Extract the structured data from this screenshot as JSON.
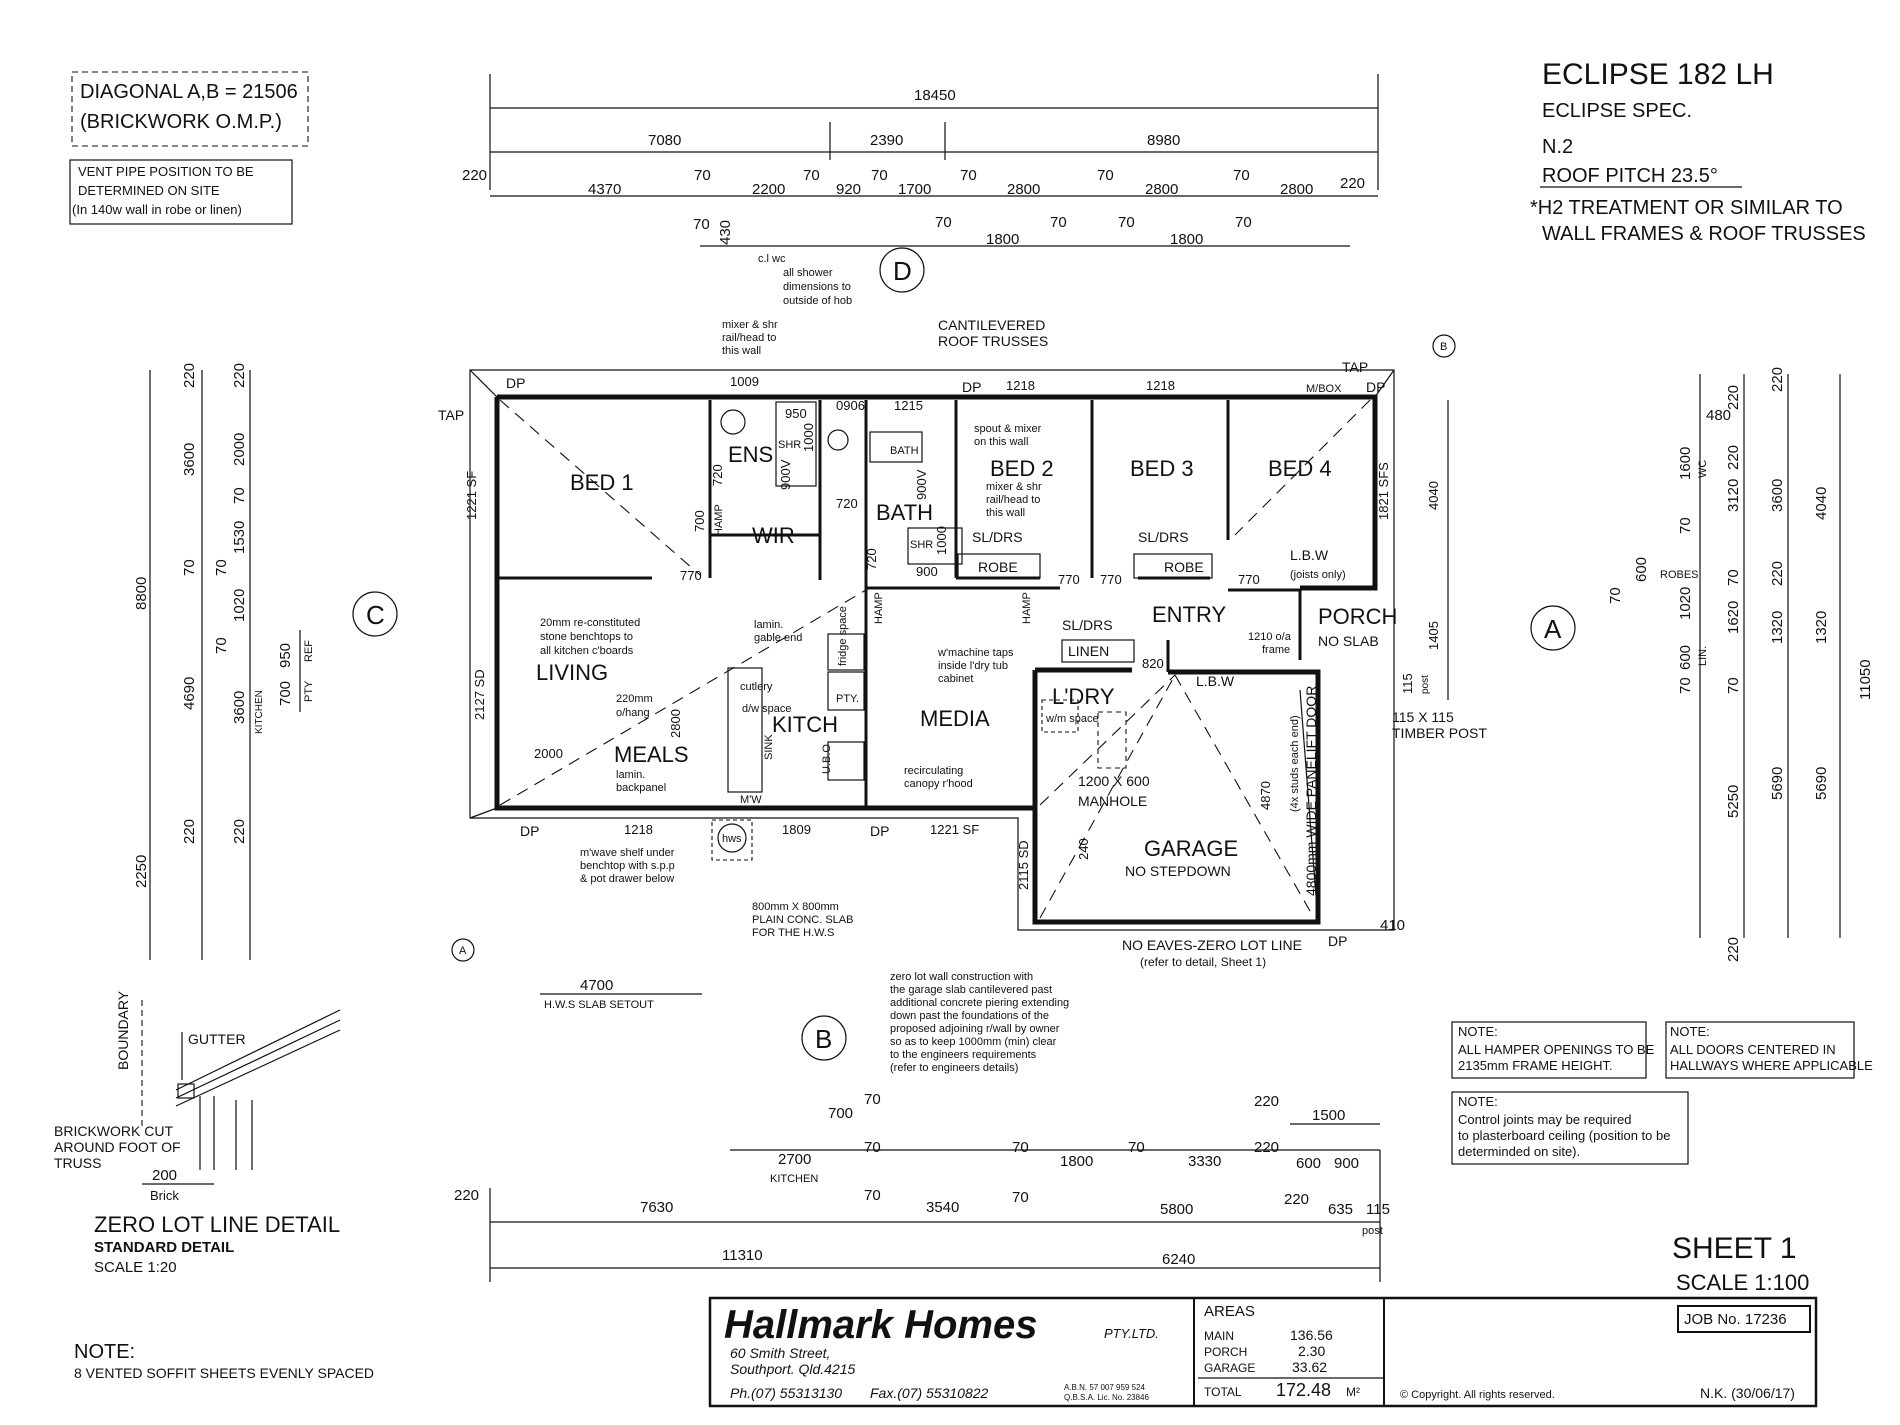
{
  "header": {
    "model": "ECLIPSE 182 LH",
    "spec": "ECLIPSE SPEC.",
    "wind": "N.2",
    "roof_pitch": "ROOF PITCH 23.5°",
    "treatment_1": "*H2 TREATMENT OR SIMILAR TO",
    "treatment_2": "WALL FRAMES & ROOF TRUSSES"
  },
  "notes": {
    "diagonal_1": "DIAGONAL A,B = 21506",
    "diagonal_2": "(BRICKWORK O.M.P.)",
    "vent_1": "VENT PIPE POSITION TO BE",
    "vent_2": "DETERMINED ON SITE",
    "vent_3": "(In 140w wall in robe or linen)",
    "hamper_h": "NOTE:",
    "hamper_1": "ALL HAMPER OPENINGS TO BE",
    "hamper_2": "2135mm FRAME HEIGHT.",
    "doors_h": "NOTE:",
    "doors_1": "ALL DOORS CENTERED IN",
    "doors_2": "HALLWAYS WHERE APPLICABLE",
    "control_h": "NOTE:",
    "control_1": "Control joints may be required",
    "control_2": "to plasterboard ceiling (position to be",
    "control_3": "determinded on site).",
    "soffit_h": "NOTE:",
    "soffit_1": "8 VENTED SOFFIT SHEETS EVENLY SPACED"
  },
  "detail": {
    "title": "ZERO LOT LINE DETAIL",
    "sub": "STANDARD DETAIL",
    "scale": "SCALE 1:20",
    "boundary": "BOUNDARY",
    "gutter": "GUTTER",
    "brick_1": "BRICKWORK CUT",
    "brick_2": "AROUND FOOT OF",
    "brick_3": "TRUSS",
    "dim": "200",
    "brick": "Brick"
  },
  "sheet": {
    "label": "SHEET 1",
    "scale": "SCALE 1:100"
  },
  "grid": {
    "a": "A",
    "b": "B",
    "c": "C",
    "d": "D"
  },
  "rooms": {
    "bed1": "BED 1",
    "bed2": "BED 2",
    "bed3": "BED 3",
    "bed4": "BED 4",
    "ens": "ENS",
    "wir": "WIR",
    "bath": "BATH",
    "living": "LIVING",
    "meals": "MEALS",
    "kitch": "KITCH",
    "media": "MEDIA",
    "ldry": "L'DRY",
    "entry": "ENTRY",
    "porch": "PORCH",
    "no_slab": "NO SLAB",
    "garage": "GARAGE",
    "no_stepdown": "NO STEPDOWN",
    "robe1": "ROBE",
    "robe2": "ROBE",
    "linen": "LINEN",
    "sl_drs1": "SL/DRS",
    "sl_drs2": "SL/DRS",
    "sl_drs3": "SL/DRS",
    "shr1": "SHR",
    "shr2": "SHR",
    "bath_fix": "BATH",
    "hamp1": "HAMP",
    "hamp2": "HAMP",
    "hamp3": "HAMP",
    "pty": "PTY.",
    "ubo": "U.B.O",
    "sink": "SINK",
    "mw": "M'W",
    "hws": "hws",
    "cutlery": "cutlery",
    "dw": "d/w space",
    "fridge": "fridge space",
    "wm": "w/m space",
    "lbw1": "L.B.W",
    "lbw1b": "(joists only)",
    "lbw2": "L.B.W",
    "manhole_1": "1200 X 600",
    "manhole_2": "MANHOLE",
    "dp": "DP",
    "tap": "TAP",
    "mbox": "M/BOX"
  },
  "annotations": {
    "cantilever_1": "CANTILEVERED",
    "cantilever_2": "ROOF TRUSSES",
    "shower_1": "all shower",
    "shower_2": "dimensions to",
    "shower_3": "outside of hob",
    "mixer_1": "mixer & shr",
    "mixer_2": "rail/head to",
    "mixer_3": "this wall",
    "spout_1": "spout & mixer",
    "spout_2": "on this wall",
    "mixer2_1": "mixer & shr",
    "mixer2_2": "rail/head to",
    "mixer2_3": "this wall",
    "stone_1": "20mm re-constituted",
    "stone_2": "stone benchtops to",
    "stone_3": "all kitchen c'boards",
    "lamin_1": "lamin.",
    "lamin_2": "gable end",
    "ohang_1": "220mm",
    "ohang_2": "o/hang",
    "backpanel_1": "lamin.",
    "backpanel_2": "backpanel",
    "wm_1": "w'machine taps",
    "wm_2": "inside l'dry tub",
    "wm_3": "cabinet",
    "canopy_1": "recirculating",
    "canopy_2": "canopy r'hood",
    "mwave_1": "m'wave shelf under",
    "mwave_2": "benchtop with s.p.p",
    "mwave_3": "& pot drawer below",
    "slab_1": "800mm X 800mm",
    "slab_2": "PLAIN CONC. SLAB",
    "slab_3": "FOR THE H.W.S",
    "post_1": "115 X 115",
    "post_2": "TIMBER POST",
    "frame_1": "1210 o/a",
    "frame_2": "frame",
    "eaves_1": "NO EAVES-ZERO LOT LINE",
    "eaves_2": "(refer to detail, Sheet 1)",
    "zero_1": "zero lot wall construction with",
    "zero_2": "the garage slab cantilevered past",
    "zero_3": "additional concrete piering extending",
    "zero_4": "down past the foundations of the",
    "zero_5": "proposed adjoining r/wall by owner",
    "zero_6": "so as to keep 1000mm (min) clear",
    "zero_7": "to the engineers requirements",
    "zero_8": "(refer to engineers details)",
    "door_1": "4800mm WIDE PANELIFT DOOR",
    "door_2": "(4x studs each end)",
    "hws_setout": "H.W.S SLAB SETOUT",
    "cl_wc": "c.l wc"
  },
  "dims": {
    "top_total": "18450",
    "top_a": "7080",
    "top_b": "2390",
    "top_c": "8980",
    "t220a": "220",
    "t4370": "4370",
    "t70a": "70",
    "t2200": "2200",
    "t70b": "70",
    "t920": "920",
    "t70c": "70",
    "t1700": "1700",
    "t70d": "70",
    "t2800a": "2800",
    "t70e": "70",
    "t2800b": "2800",
    "t70f": "70",
    "t2800c": "2800",
    "t220b": "220",
    "t70g": "70",
    "t430": "430",
    "t70h": "70",
    "t1800a": "1800",
    "t70i": "70",
    "t70j": "70",
    "t1800b": "1800",
    "t70k": "70",
    "bot_11310": "11310",
    "bot_6240": "6240",
    "b220": "220",
    "b7630": "7630",
    "b3540": "3540",
    "b70a": "70",
    "b5800": "5800",
    "b220b": "220",
    "b635": "635",
    "b115": "115",
    "bpost": "post",
    "b700": "700",
    "b70b": "70",
    "b2700": "2700",
    "bkitchen": "KITCHEN",
    "b70c": "70",
    "b70d": "70",
    "b1800": "1800",
    "b70e": "70",
    "b3330": "3330",
    "b220c": "220",
    "b600": "600",
    "b900": "900",
    "b220d": "220",
    "b1500": "1500",
    "b4700": "4700",
    "l8800": "8800",
    "l2250": "2250",
    "l220a": "220",
    "l220b": "220",
    "l3600a": "3600",
    "l70a": "70",
    "l4690": "4690",
    "l220c": "220",
    "l220d": "220",
    "l2000": "2000",
    "l70b": "70",
    "l1530": "1530",
    "l70c": "70",
    "l1020": "1020",
    "l70d": "70",
    "l3600b": "3600",
    "lkitchen": "KITCHEN",
    "l950": "950",
    "l700": "700",
    "lref": "REF",
    "lpty": "PTY",
    "r11050": "11050",
    "r4040a": "4040",
    "r3600": "3600",
    "r220a": "220",
    "r1320a": "1320",
    "r5690a": "5690",
    "r4040b": "4040",
    "r220b": "220",
    "r3120": "3120",
    "r220c": "220",
    "r1320b": "1320",
    "r5690b": "5690",
    "r220d": "220",
    "r480": "480",
    "r1600": "1600",
    "rwc": "WC",
    "r70a": "70",
    "r600a": "600",
    "rrobes": "ROBES",
    "r70b": "70",
    "r1020": "1020",
    "r1620": "1620",
    "r70c": "70",
    "r600b": "600",
    "rlin": "LIN.",
    "r70d": "70",
    "r5250": "5250",
    "r220e": "220",
    "r410": "410",
    "i1009": "1009",
    "i0906": "0906",
    "i1215": "1215",
    "i1218a": "1218",
    "i1218b": "1218",
    "i950": "950",
    "i1000a": "1000",
    "i1000b": "1000",
    "i900v1": "900V",
    "i900v2": "900V",
    "i720a": "720",
    "i720b": "720",
    "i720c": "720",
    "i700": "700",
    "i770a": "770",
    "i770b": "770",
    "i770c": "770",
    "i770d": "770",
    "i900": "900",
    "i820": "820",
    "i1221sf1": "1221 SF",
    "i1821sfs": "1821 SFS",
    "i2127sd": "2127 SD",
    "i1218c": "1218",
    "i1809": "1809",
    "i1221sf2": "1221 SF",
    "i2115sd": "2115 SD",
    "i2000": "2000",
    "i2800": "2800",
    "i4870": "4870",
    "i240": "240",
    "i4040": "4040",
    "i1405": "1405",
    "i115": "115",
    "ipost": "post"
  },
  "title_block": {
    "company": "Hallmark Homes",
    "pty": "PTY.LTD.",
    "addr_1": "60 Smith Street,",
    "addr_2": "Southport. Qld.4215",
    "phone": "Ph.(07) 55313130",
    "fax": "Fax.(07) 55310822",
    "abn": "A.B.N. 57 007 959 524",
    "qbsa": "Q.B.S.A. Lic. No. 23846",
    "areas_h": "AREAS",
    "main_l": "MAIN",
    "main_v": "136.56",
    "porch_l": "PORCH",
    "porch_v": "2.30",
    "garage_l": "GARAGE",
    "garage_v": "33.62",
    "total_l": "TOTAL",
    "total_v": "172.48",
    "unit": "M²",
    "copyright": "© Copyright. All rights reserved.",
    "job": "JOB No. 17236",
    "drawn": "N.K. (30/06/17)"
  }
}
